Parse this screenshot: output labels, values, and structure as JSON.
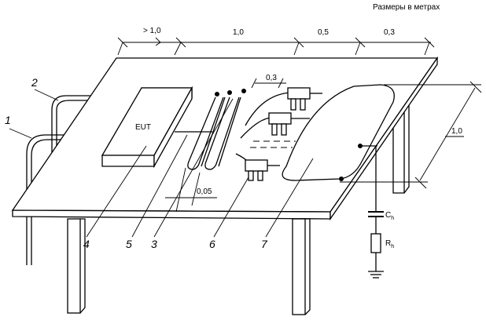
{
  "caption": "Размеры в метрах",
  "dimensions": {
    "d_gt1": "> 1,0",
    "d_1_0": "1,0",
    "d_0_5": "0,5",
    "d_0_3_top": "0,3",
    "d_0_3_strips": "0,3",
    "d_0_05": "0,05",
    "d_1_0_right": "1,0"
  },
  "labels": {
    "eut": "EUT",
    "ch": "C",
    "ch_sub": "h",
    "rh": "R",
    "rh_sub": "h"
  },
  "callouts": [
    "1",
    "2",
    "3",
    "4",
    "5",
    "6",
    "7"
  ]
}
